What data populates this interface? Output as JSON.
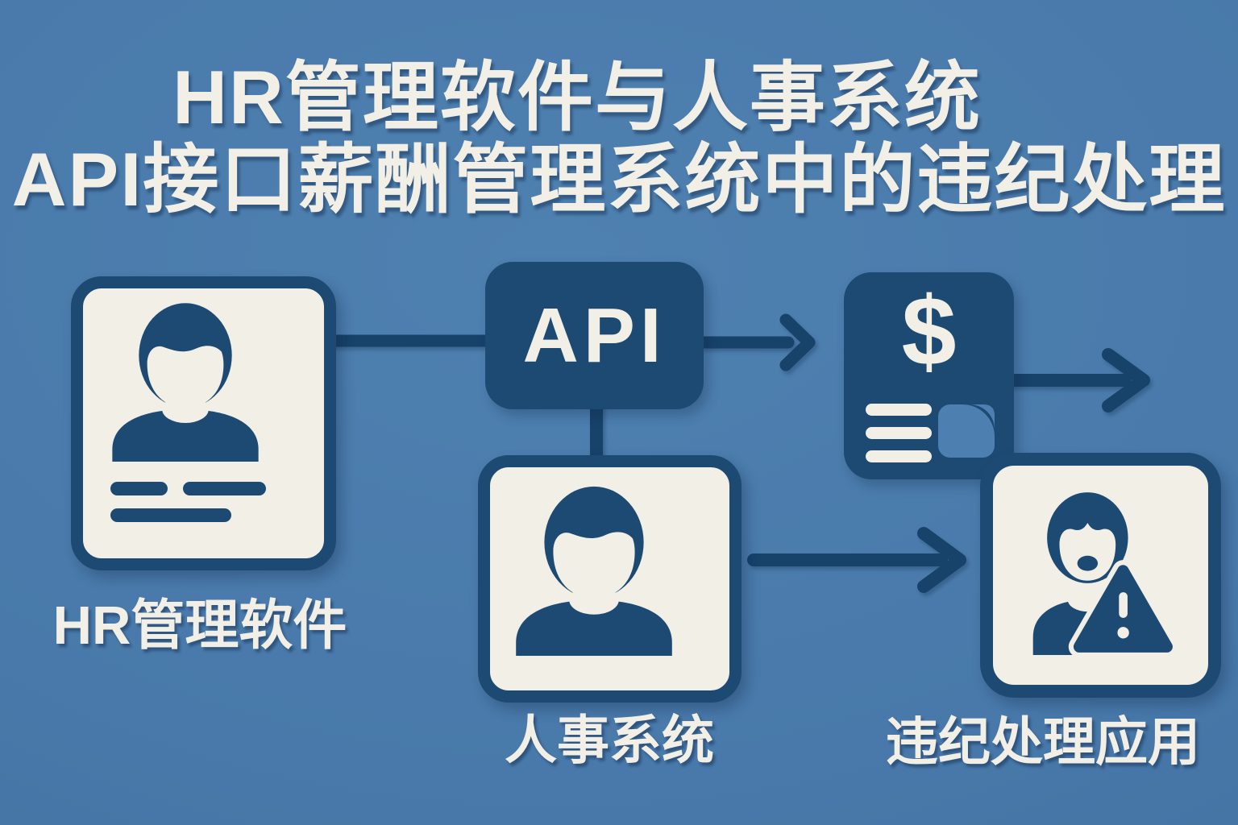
{
  "title": {
    "line1": "HR管理软件与人事系统",
    "line2": "API接口薪酬管理系统中的违纪处理"
  },
  "nodes": {
    "hr_software": {
      "label": "HR管理软件",
      "icon": "person-badge-icon"
    },
    "api": {
      "label": "API"
    },
    "personnel_system": {
      "label": "人事系统",
      "icon": "person-icon"
    },
    "payroll_system": {
      "dollar_symbol": "$",
      "icon": "payroll-document-icon"
    },
    "discipline_app": {
      "label": "违纪处理应用",
      "icon": "person-warning-icon"
    }
  },
  "connections": [
    {
      "from": "hr_software",
      "to": "api",
      "type": "line"
    },
    {
      "from": "api",
      "to": "payroll_system",
      "type": "arrow"
    },
    {
      "from": "api",
      "to": "personnel_system",
      "type": "line"
    },
    {
      "from": "payroll_system",
      "to": "offscreen-right",
      "type": "arrow"
    },
    {
      "from": "personnel_system",
      "to": "discipline_app",
      "type": "arrow"
    }
  ],
  "colors": {
    "background": "#4879aa",
    "navy": "#1d4a73",
    "navy_dark": "#17426a",
    "cream": "#f2efe6",
    "pie_blue": "#4d80b0"
  }
}
